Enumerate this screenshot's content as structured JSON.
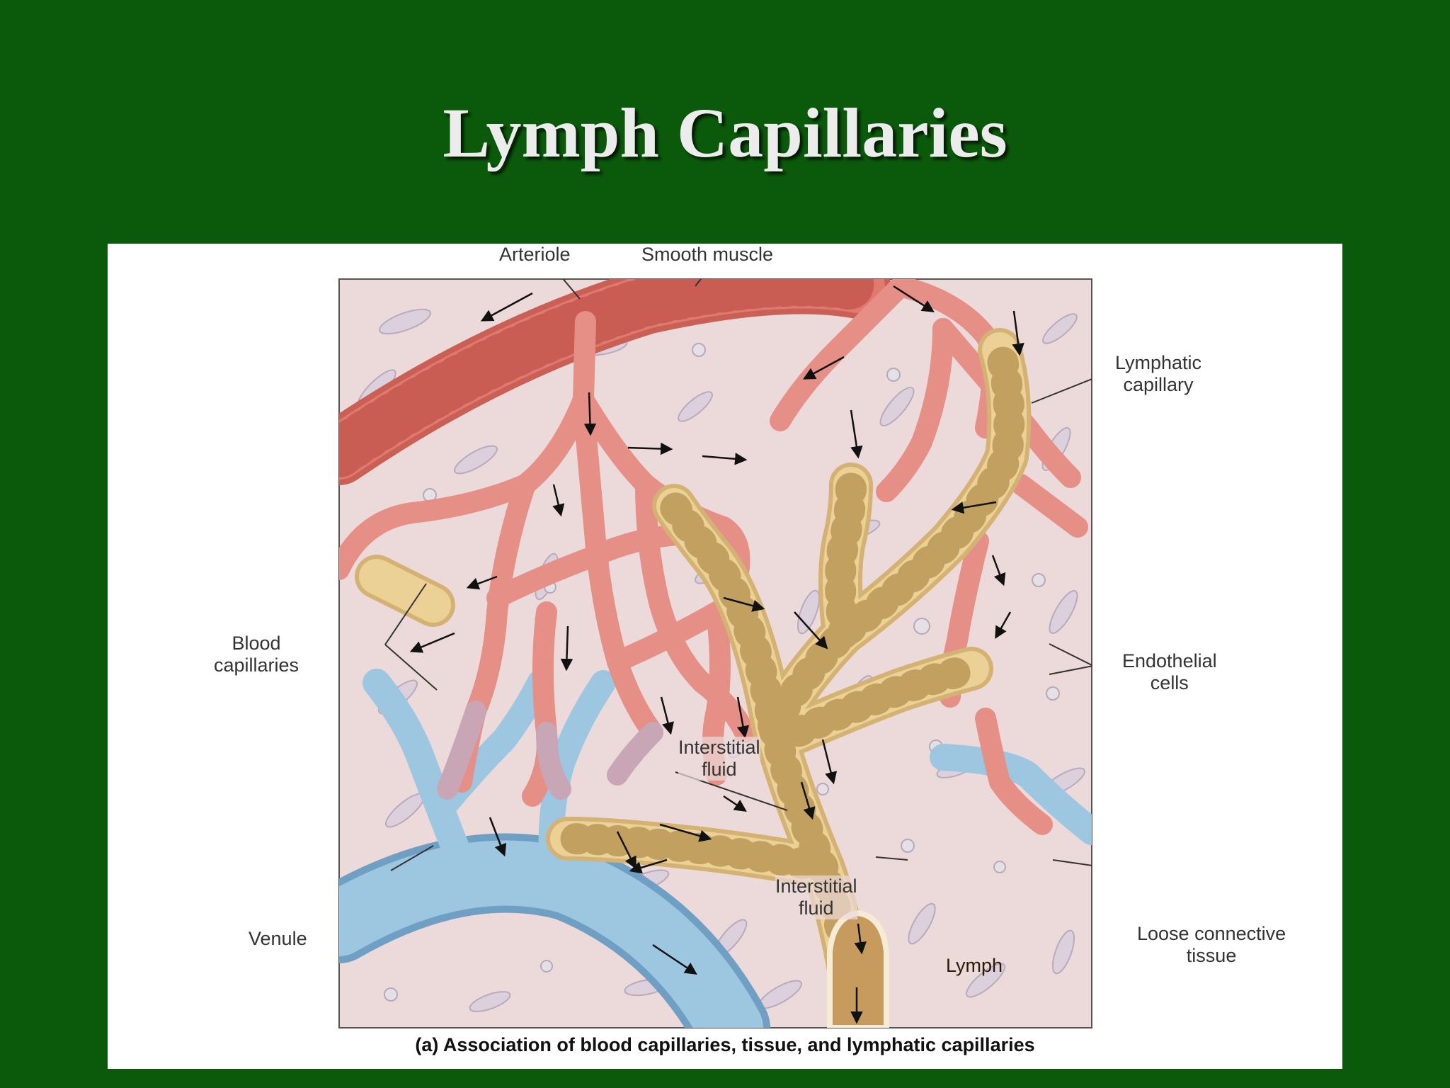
{
  "slide": {
    "title": "Lymph Capillaries",
    "background_color": "#0b5a0b",
    "title_color": "#ececec"
  },
  "figure": {
    "caption": "(a) Association of blood capillaries, tissue, and lymphatic capillaries",
    "labels": {
      "arteriole": "Arteriole",
      "smooth_muscle": "Smooth muscle",
      "lymphatic_capillary": [
        "Lymphatic",
        "capillary"
      ],
      "blood_capillaries": [
        "Blood",
        "capillaries"
      ],
      "endothelial_cells": [
        "Endothelial",
        "cells"
      ],
      "interstitial_fluid_upper": [
        "Interstitial",
        "fluid"
      ],
      "interstitial_fluid_lower": [
        "Interstitial",
        "fluid"
      ],
      "venule": "Venule",
      "loose_connective_tissue": [
        "Loose connective",
        "tissue"
      ],
      "lymph": "Lymph"
    },
    "colors": {
      "tissue": "#ecdada",
      "arteriole": "#e07a70",
      "blood_capillary": "#e58f86",
      "venule": "#8fbcd9",
      "lymphatic": "#ecd196",
      "lymph_inner": "#c79a5d"
    }
  }
}
